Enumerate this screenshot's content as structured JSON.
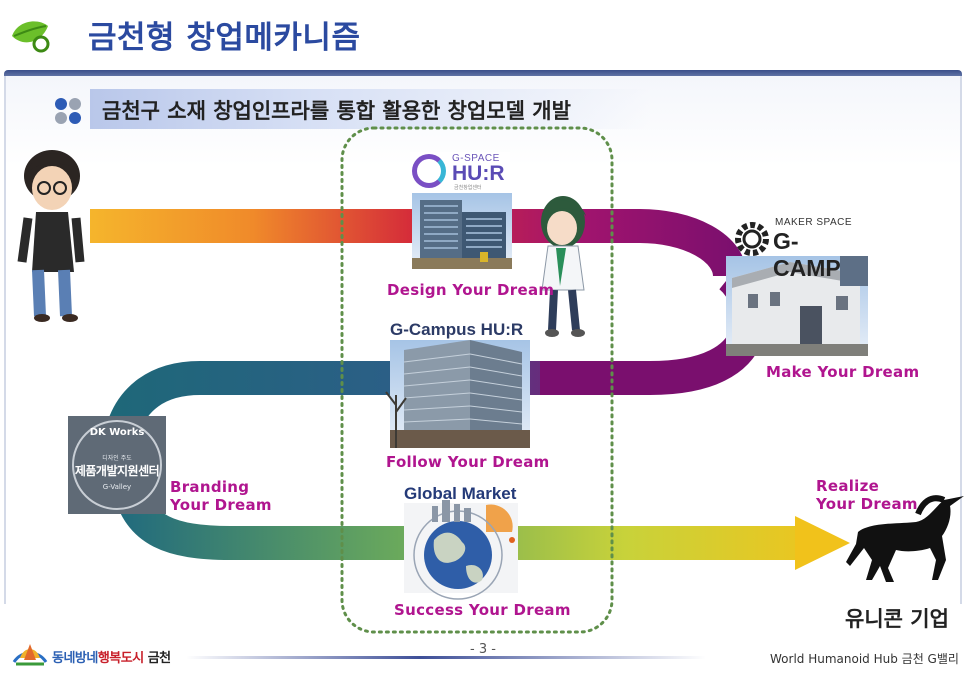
{
  "header": {
    "title": "금천형 창업메카니즘"
  },
  "subtitle": {
    "text": "금천구 소재 창업인프라를 통합 활용한 창업모델 개발"
  },
  "stages": {
    "design": "Design Your Dream",
    "make": "Make Your Dream",
    "follow": "Follow Your Dream",
    "success": "Success Your Dream",
    "branding": [
      "Branding",
      "Your Dream"
    ],
    "realize": [
      "Realize",
      "Your Dream"
    ]
  },
  "places": {
    "gspace_top": "G-SPACE",
    "gspace_main": "HU:R",
    "gspace_sub": "금천창업센터",
    "gcamp_small": "MAKER SPACE",
    "gcamp_main": "G-CAMP",
    "gcampus": "G-Campus HU:R",
    "global_market": "Global Market",
    "dk_logo": "DK Works",
    "dk_small": "디자인 주도",
    "dk_main": "제품개발지원센터",
    "dk_bottom": "G-Valley"
  },
  "goal": {
    "label": "유니콘 기업"
  },
  "footer": {
    "logo_part1": "동네방네",
    "logo_part2": "행복도시",
    "logo_part3": "금천",
    "page_number": "- 3 -",
    "org": "World Humanoid  Hub 금천 G밸리"
  },
  "colors": {
    "title_blue": "#2b4aa0",
    "stage_magenta": "#b0158f",
    "flow_orange": "#f5a623",
    "flow_purple": "#7a0f6e",
    "flow_teal": "#1e6878",
    "flow_yellow": "#f1c21b"
  }
}
